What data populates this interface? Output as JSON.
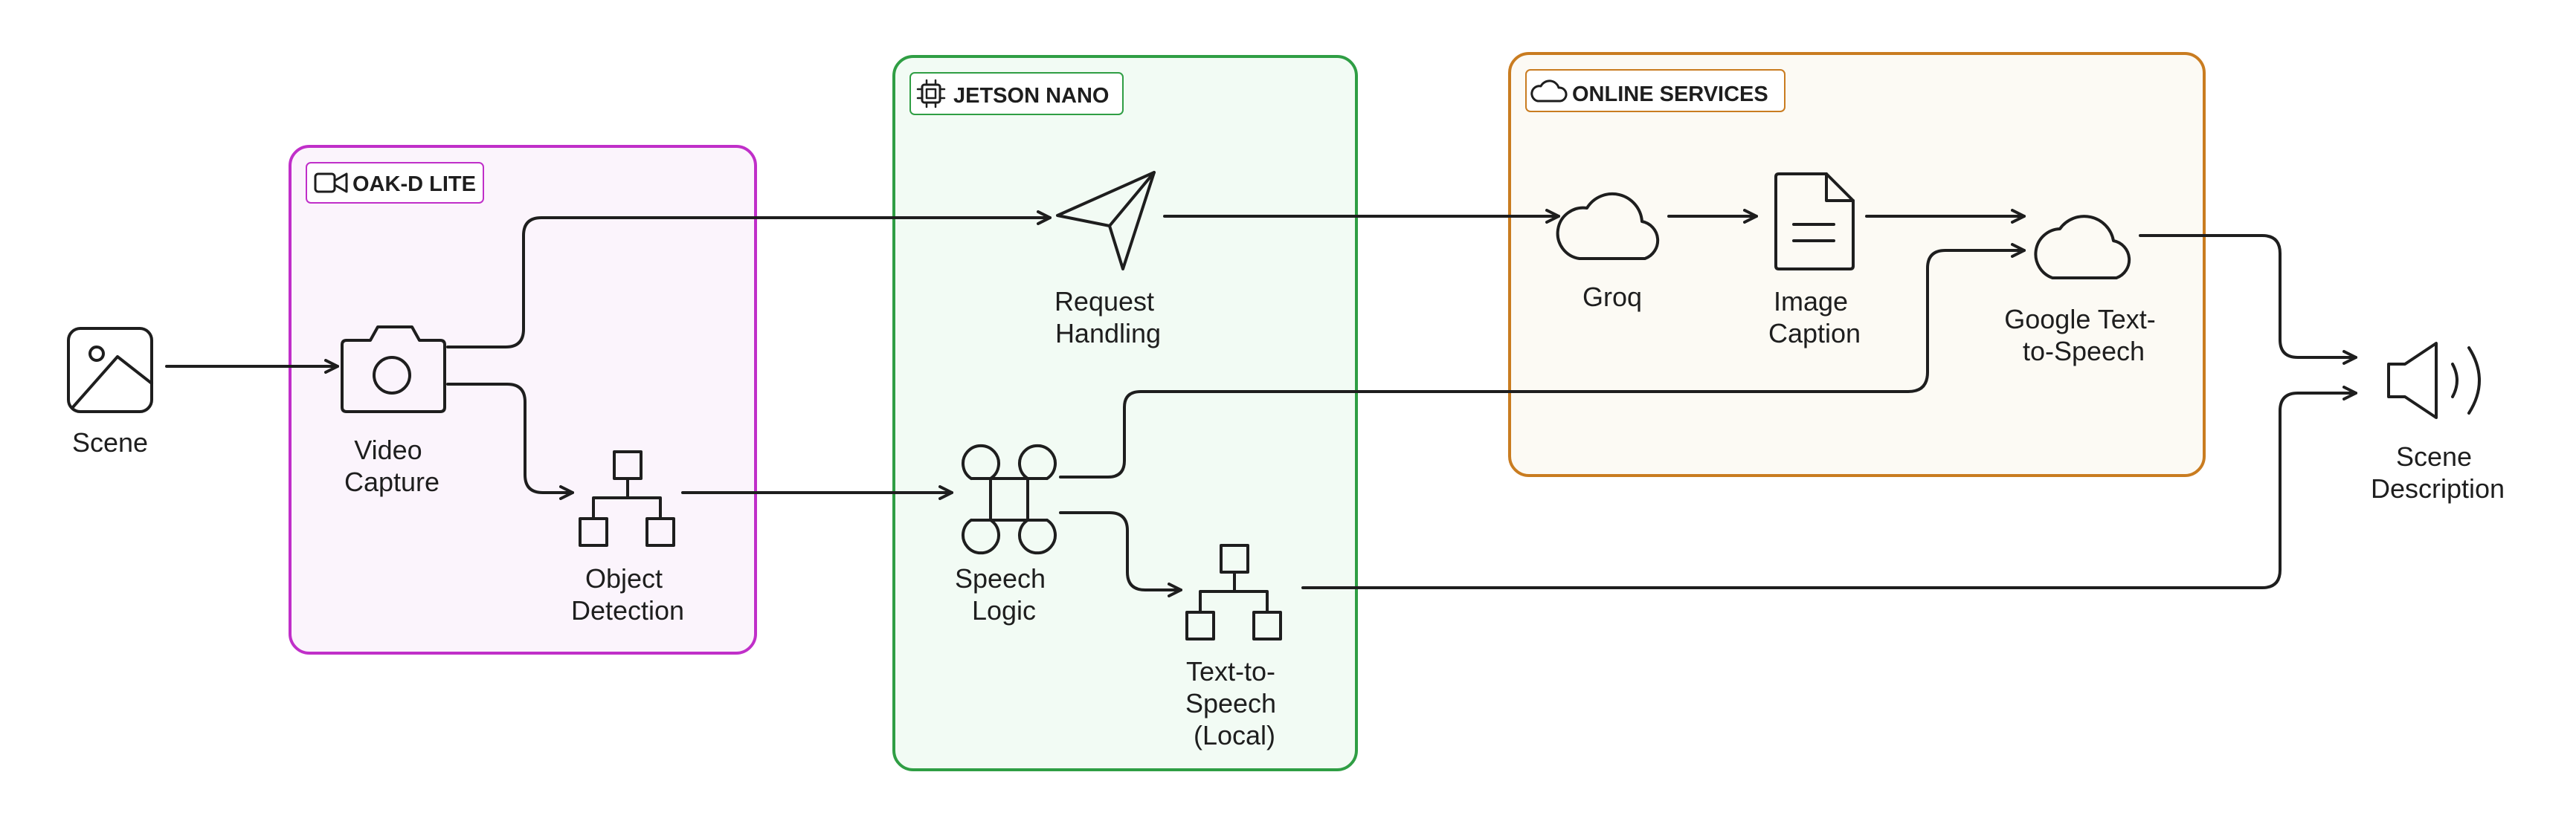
{
  "colors": {
    "oak": "#c02fc9",
    "oak_fill": "#fbf4fc",
    "jetson": "#2f9e44",
    "jetson_fill": "#f2fbf4",
    "online": "#c97c20",
    "online_fill": "#fcfaf4",
    "ink": "#1e1e1e"
  },
  "groups": {
    "oak": {
      "title": "OAK-D LITE",
      "icon": "video-camera-icon"
    },
    "jetson": {
      "title": "JETSON NANO",
      "icon": "cpu-chip-icon"
    },
    "online": {
      "title": "ONLINE SERVICES",
      "icon": "cloud-icon"
    }
  },
  "nodes": {
    "scene": {
      "lines": [
        "Scene"
      ],
      "icon": "image-icon"
    },
    "video_capture": {
      "lines": [
        "Video",
        "Capture"
      ],
      "icon": "camera-icon"
    },
    "object_detection": {
      "lines": [
        "Object",
        "Detection"
      ],
      "icon": "hierarchy-icon"
    },
    "request_handling": {
      "lines": [
        "Request",
        "Handling"
      ],
      "icon": "send-plane-icon"
    },
    "speech_logic": {
      "lines": [
        "Speech",
        "Logic"
      ],
      "icon": "command-key-icon"
    },
    "tts_local": {
      "lines": [
        "Text-to-",
        "Speech",
        "(Local)"
      ],
      "icon": "hierarchy-icon"
    },
    "groq": {
      "lines": [
        "Groq"
      ],
      "icon": "cloud-icon"
    },
    "image_caption": {
      "lines": [
        "Image",
        "Caption"
      ],
      "icon": "document-icon"
    },
    "google_tts": {
      "lines": [
        "Google Text-",
        "to-Speech"
      ],
      "icon": "cloud-icon"
    },
    "scene_description": {
      "lines": [
        "Scene",
        "Description"
      ],
      "icon": "speaker-icon"
    }
  }
}
